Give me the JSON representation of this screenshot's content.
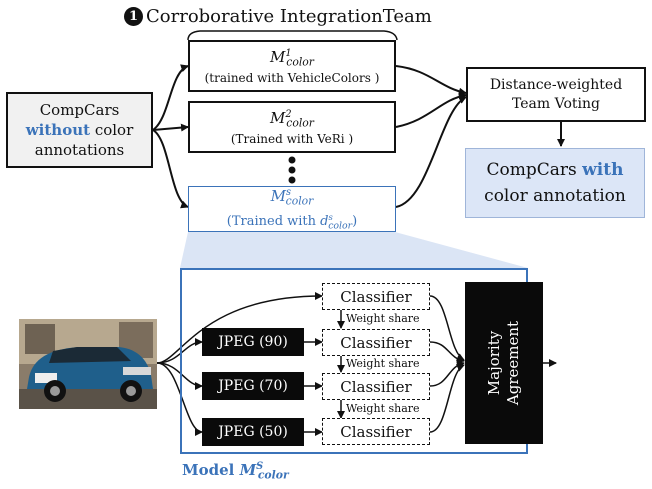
{
  "title_marker": "1",
  "title_text": "Corroborative IntegrationTeam",
  "input_box": {
    "line1": "CompCars",
    "emph": "without",
    "rest": " color",
    "line3": "annotations"
  },
  "models": [
    {
      "sym": "M",
      "sup": "1",
      "sub": "color",
      "caption": "(trained with VehicleColors )"
    },
    {
      "sym": "M",
      "sup": "2",
      "sub": "color",
      "caption": "(Trained with VeRi )"
    },
    {
      "sym": "M",
      "sup": "s",
      "sub": "color",
      "caption_pre": "(Trained with ",
      "caption_sym": "d",
      "caption_sup": "s",
      "caption_sub": "color",
      "caption_post": ")"
    }
  ],
  "voting_box": {
    "line1": "Distance-weighted",
    "line2": "Team Voting"
  },
  "output_box": {
    "line1": "CompCars ",
    "emph": "with",
    "line2": "color annotation"
  },
  "jpeg_labels": [
    "JPEG (90)",
    "JPEG (70)",
    "JPEG (50)"
  ],
  "classifier_label": "Classifier",
  "weight_share_label": "Weight share",
  "majority_label": [
    "Majority",
    "Agreement"
  ],
  "model_caption": {
    "prefix": "Model ",
    "sym": "M",
    "sup": "S",
    "sub": "color"
  },
  "colors": {
    "accent_blue": "#3b73b9",
    "highlight_fill": "#dbe5f5",
    "output_fill": "#dce6f7",
    "input_fill": "#f1f1f1"
  }
}
